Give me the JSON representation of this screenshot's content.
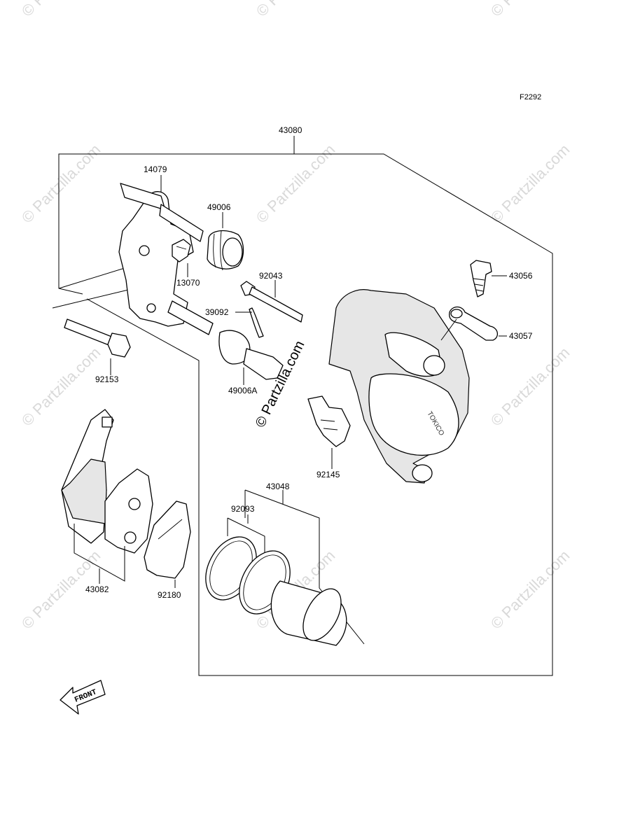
{
  "figure_code": "F2292",
  "watermark_text": "© Partzilla.com",
  "front_label": "FRONT",
  "caliper_brand": "TOKICO",
  "parts": {
    "assembly": "43080",
    "p14079": "14079",
    "p49006": "49006",
    "p13070": "13070",
    "p92043": "92043",
    "p39092": "39092",
    "p43056": "43056",
    "p43057": "43057",
    "p92153": "92153",
    "p49006a": "49006A",
    "p92145": "92145",
    "p43048": "43048",
    "p92093": "92093",
    "p43082": "43082",
    "p92180": "92180"
  }
}
